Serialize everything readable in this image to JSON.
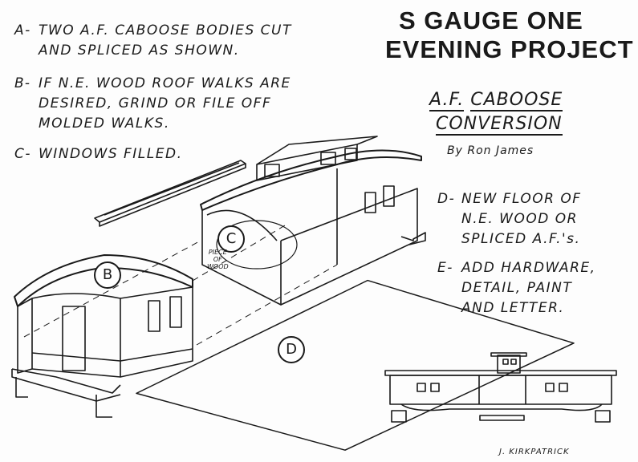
{
  "title": {
    "line1": "S GAUGE ONE",
    "line2": "EVENING PROJECT"
  },
  "subtitle": {
    "part1": "A.F.",
    "part2": "CABOOSE",
    "line2": "CONVERSION",
    "byline": "By Ron James"
  },
  "notes": [
    {
      "key": "A-",
      "lines": [
        "TWO A.F. CABOOSE BODIES CUT",
        "AND SPLICED AS SHOWN."
      ]
    },
    {
      "key": "B-",
      "lines": [
        "IF N.E. WOOD ROOF WALKS ARE",
        "DESIRED, GRIND OR FILE OFF",
        "MOLDED WALKS."
      ]
    },
    {
      "key": "C-",
      "lines": [
        "WINDOWS FILLED."
      ]
    },
    {
      "key": "D-",
      "lines": [
        "NEW FLOOR OF",
        "N.E. WOOD OR",
        "SPLICED A.F.'s."
      ]
    },
    {
      "key": "E-",
      "lines": [
        "ADD HARDWARE,",
        "DETAIL, PAINT",
        "AND LETTER."
      ]
    }
  ],
  "callouts": {
    "b": "B",
    "c": "C",
    "d": "D",
    "piece_of_wood": [
      "PIECE",
      "OF",
      "WOOD"
    ]
  },
  "signature": "J. KIRKPATRICK"
}
